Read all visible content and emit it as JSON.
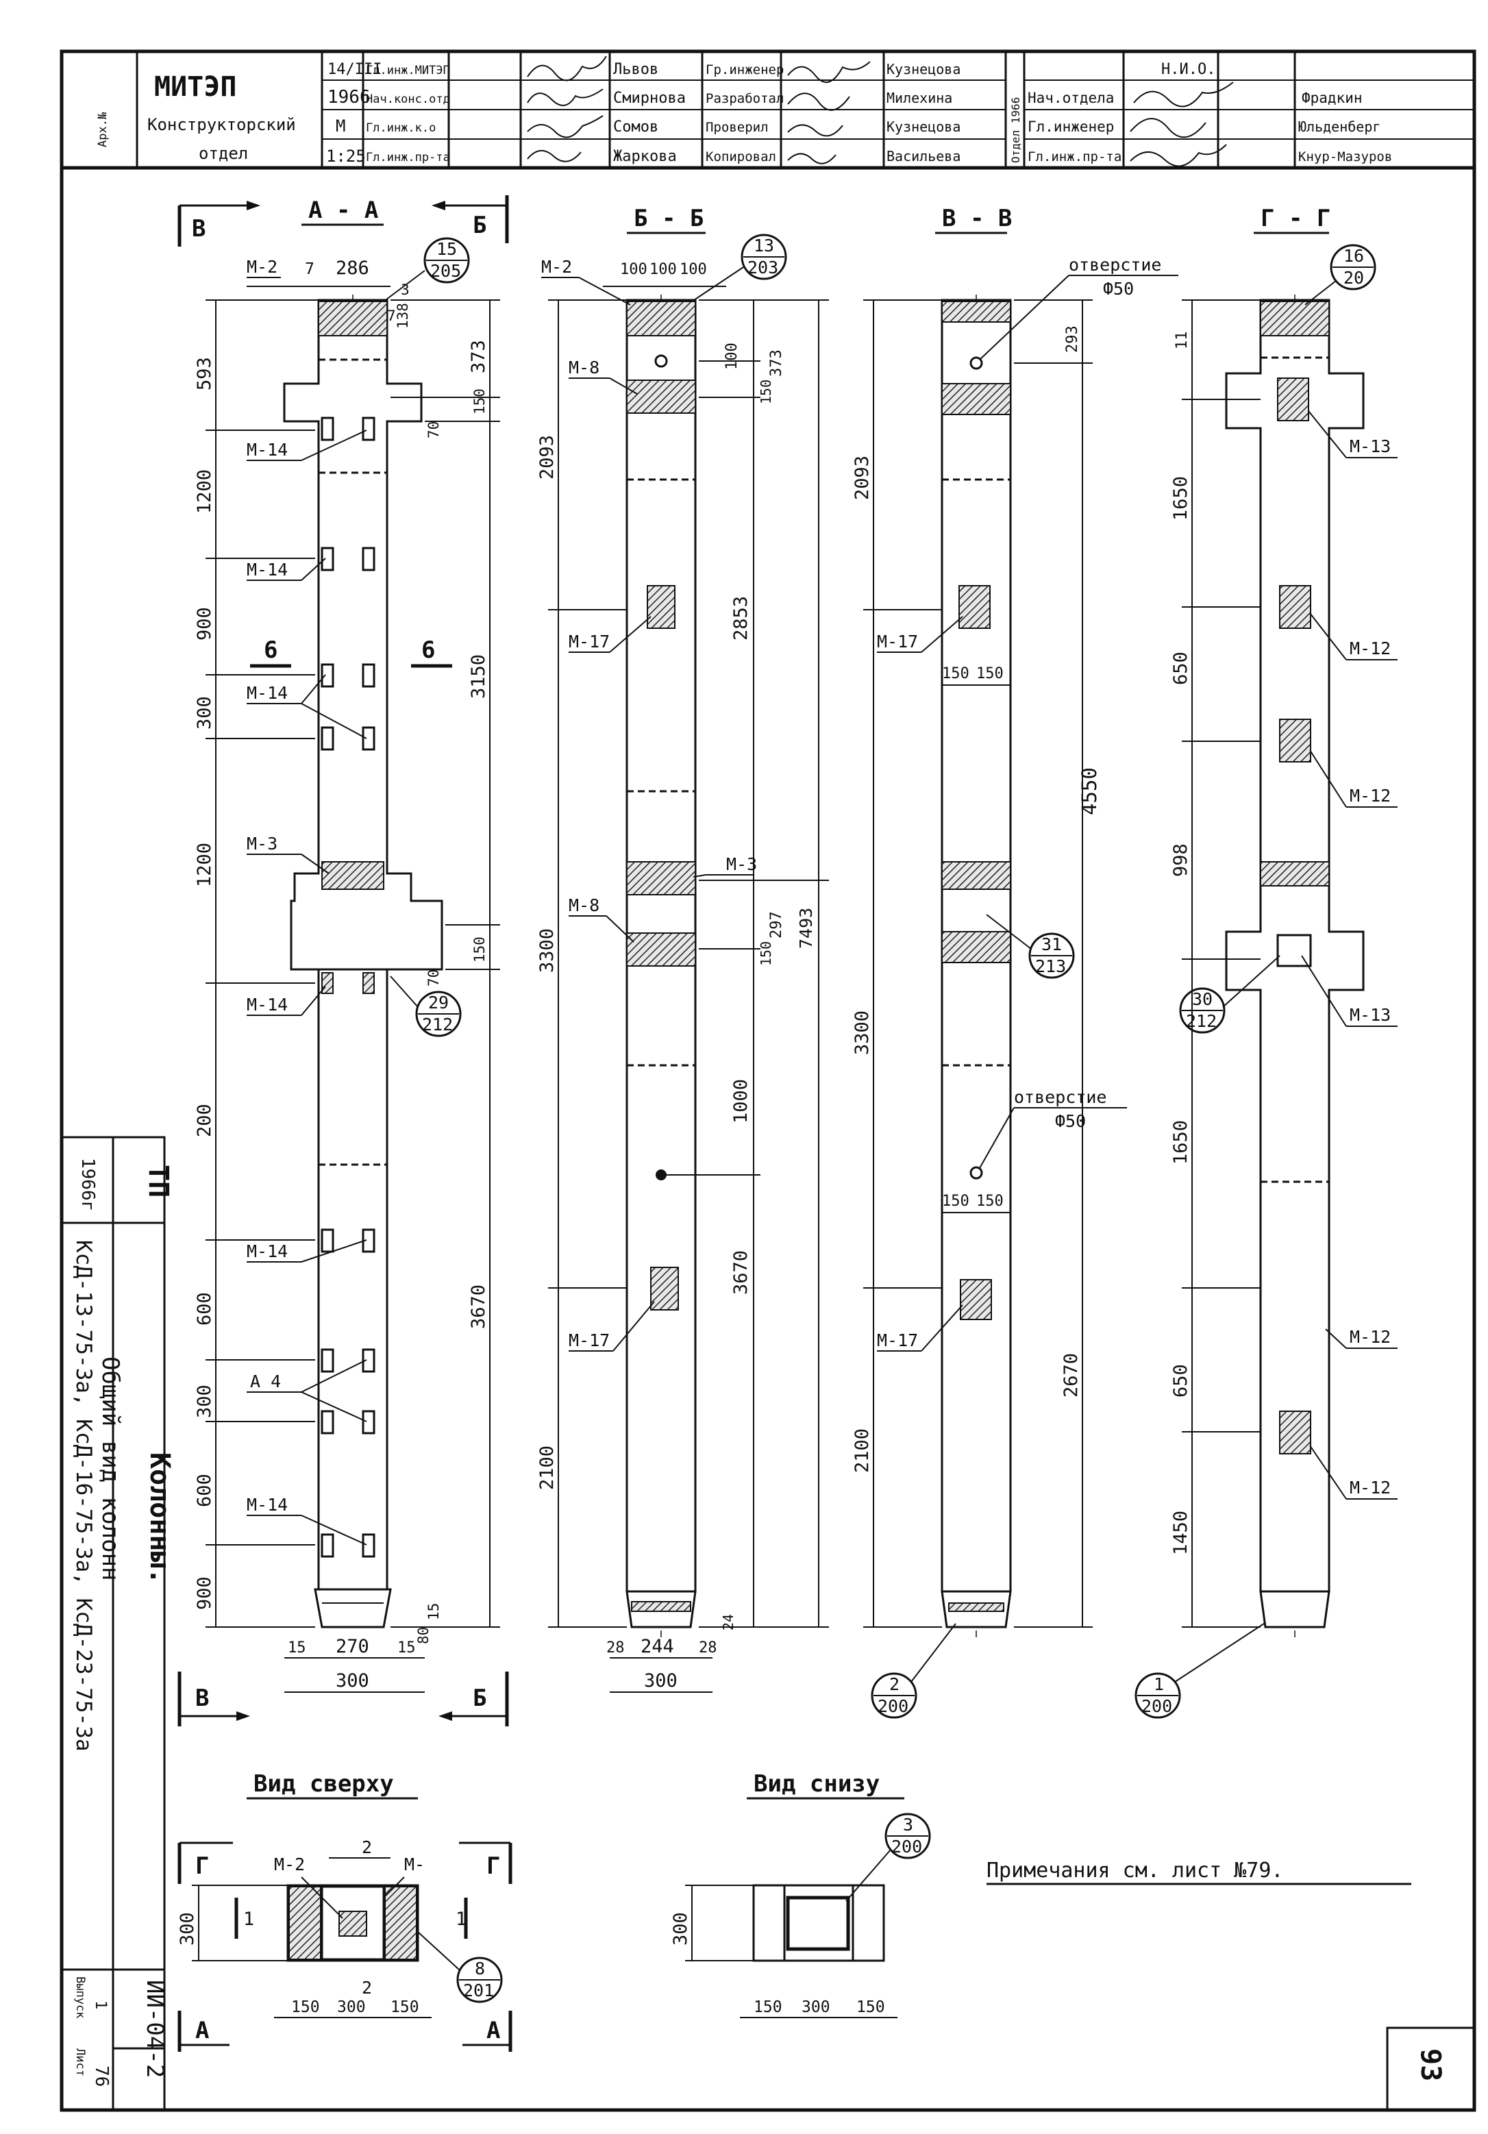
{
  "title_block": {
    "arch_no": "Арх.№",
    "org": "МИТЭП",
    "org_dept_line1": "Конструкторский",
    "org_dept_line2": "отдел",
    "date": "14/III",
    "year": "1966",
    "scale_m": "М",
    "scale": "1:25",
    "roles_left": [
      "Гл.инж.МИТЭП",
      "Нач.конс.отд",
      "Гл.инж.к.о",
      "Гл.инж.пр-та"
    ],
    "names_left": [
      "Львов",
      "Смирнова",
      "Сомов",
      "Жаркова"
    ],
    "roles_mid": [
      "Гр.инженер",
      "Разработал",
      "Проверил",
      "Копировал"
    ],
    "names_mid": [
      "Кузнецова",
      "Милехина",
      "Кузнецова",
      "Васильева"
    ],
    "dept_vertical": "Отдел 1966",
    "roles_right": [
      "Нач.отдела",
      "Гл.инженер",
      "Гл.инж.пр-та"
    ],
    "header_right": "Н.И.О.",
    "names_right": [
      "Фрадкин",
      "Юльденберг",
      "Кнур-Мазуров"
    ]
  },
  "sections": {
    "aa": "А - А",
    "bb": "Б - Б",
    "vv": "В - В",
    "gg": "Г - Г",
    "top_view": "Вид сверху",
    "bottom_view": "Вид снизу"
  },
  "cut_letters": {
    "v": "В",
    "b": "Б",
    "g": "Г",
    "a": "А",
    "six": "6"
  },
  "marks": {
    "m2": "М-2",
    "m3": "М-3",
    "m8": "М-8",
    "m12": "М-12",
    "m13": "М-13",
    "m14": "М-14",
    "m17": "М-17",
    "m_": "М-",
    "a4": "А 4"
  },
  "hole_label": "отверстие",
  "hole_dia": "Ф50",
  "callouts": [
    {
      "top": "15",
      "bot": "205"
    },
    {
      "top": "13",
      "bot": "203"
    },
    {
      "top": "16",
      "bot": "20"
    },
    {
      "top": "29",
      "bot": "212"
    },
    {
      "top": "31",
      "bot": "213"
    },
    {
      "top": "30",
      "bot": "212"
    },
    {
      "top": "2",
      "bot": "200"
    },
    {
      "top": "1",
      "bot": "200"
    },
    {
      "top": "8",
      "bot": "201"
    },
    {
      "top": "3",
      "bot": "200"
    }
  ],
  "dims_aa": {
    "top_w": [
      "7",
      "286"
    ],
    "side_top": [
      "3",
      "7",
      "138",
      "373"
    ],
    "d150": "150",
    "d70": "70",
    "left": [
      "593",
      "1200",
      "900",
      "300",
      "1200",
      "200",
      "600",
      "300",
      "600",
      "900"
    ],
    "right": [
      "3150",
      "3670"
    ],
    "bottom": [
      "15",
      "270",
      "15"
    ],
    "bottom_total": "300",
    "foot": [
      "15",
      "80"
    ]
  },
  "dims_bb": {
    "top_w": [
      "100",
      "100",
      "100"
    ],
    "d100": "100",
    "d373": "373",
    "d150": "150",
    "left": [
      "2093",
      "3300",
      "2100"
    ],
    "right": [
      "2853",
      "1000",
      "3670"
    ],
    "d297": "297",
    "d7493": "7493",
    "d150b": "150",
    "d24": "24",
    "bottom": [
      "28",
      "244",
      "28"
    ],
    "bottom_total": "300"
  },
  "dims_vv": {
    "d293": "293",
    "left": [
      "2093",
      "3300",
      "2100"
    ],
    "right": [
      "4550",
      "2670"
    ],
    "w150a": [
      "150",
      "150"
    ],
    "w150b": [
      "150",
      "150"
    ]
  },
  "dims_gg": {
    "left": [
      "11",
      "1650",
      "650",
      "998",
      "1650",
      "650",
      "1450"
    ]
  },
  "top_view_dims": {
    "h": "300",
    "bottom": [
      "150",
      "300",
      "150"
    ],
    "two": "2",
    "one": "1"
  },
  "bottom_view_dims": {
    "h": "300",
    "bottom": [
      "150",
      "300",
      "150"
    ]
  },
  "note": "Примечания см. лист №79.",
  "side_stamp": {
    "tp": "ТП",
    "year": "1966г",
    "title": "Колонны.",
    "subtitle": "Общий вид колонн",
    "codes": "КсД-13-75-3а, КсД-16-75-3а, КсД-23-75-3а",
    "series": "ИИ-04-2",
    "issue_label": "Выпуск",
    "issue": "1",
    "sheet_label": "Лист",
    "sheet": "76"
  },
  "page_number": "93"
}
